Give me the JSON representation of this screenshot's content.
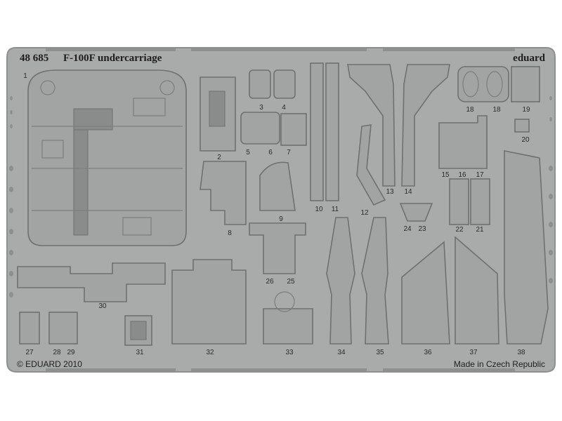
{
  "sheet": {
    "code": "48 685",
    "title": "F-100F undercarriage",
    "brand": "eduard",
    "copyright": "© EDUARD 2010",
    "origin": "Made in Czech Republic"
  },
  "parts": [
    "1",
    "2",
    "3",
    "4",
    "5",
    "6",
    "7",
    "8",
    "9",
    "10",
    "11",
    "12",
    "13",
    "14",
    "15",
    "16",
    "17",
    "18",
    "18",
    "19",
    "20",
    "21",
    "22",
    "23",
    "24",
    "25",
    "26",
    "27",
    "28",
    "29",
    "30",
    "31",
    "32",
    "33",
    "34",
    "35",
    "36",
    "37",
    "38"
  ],
  "colors": {
    "fret": "#a9abaa",
    "outline": "#6f7170",
    "background": "#ffffff"
  }
}
